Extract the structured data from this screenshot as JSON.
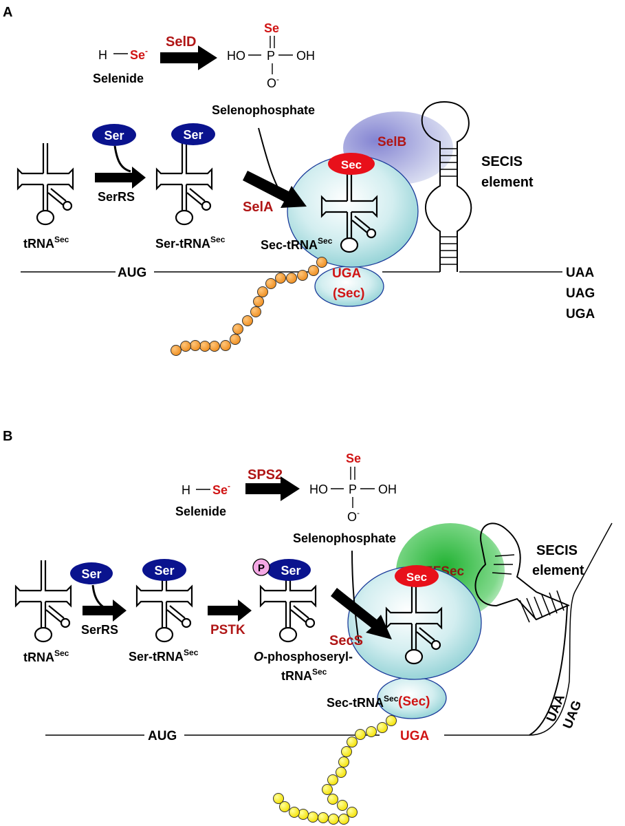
{
  "colors": {
    "red_label": "#cc1a1a",
    "dark_red": "#a01818",
    "ser_blue": "#0a138e",
    "sec_red": "#e8101a",
    "ribosome": "#bfe4e6",
    "ribosome_stroke": "#1a3a9a",
    "selb": "#8e8ed6",
    "efsec": "#2fbf3a",
    "chain_a": "#f4a13c",
    "chain_b": "#ffee22",
    "phospho": "#f4a8e4"
  },
  "panel_a": {
    "letter": "A",
    "h": "H",
    "se_minus": "Se",
    "minus": "-",
    "selenide": "Selenide",
    "enzyme_seld": "SelD",
    "se_top": "Se",
    "ho": "HO",
    "p": "P",
    "oh": "OH",
    "o": "O",
    "selenophosphate": "Selenophosphate",
    "ser1": "Ser",
    "ser2": "Ser",
    "serrs": "SerRS",
    "trna_base": "tRNA",
    "sec_sup": "Sec",
    "ser_trna_base": "Ser-tRNA",
    "sela": "SelA",
    "sec_trna_base": "Sec-tRNA",
    "sec_badge": "Sec",
    "selb": "SelB",
    "secis_1": "SECIS",
    "secis_2": "element",
    "aug": "AUG",
    "uga": "UGA",
    "sec_paren": "(Sec)",
    "stop_1": "UAA",
    "stop_2": "UAG",
    "stop_3": "UGA"
  },
  "panel_b": {
    "letter": "B",
    "h": "H",
    "se_minus": "Se",
    "minus": "-",
    "selenide": "Selenide",
    "enzyme_sps2": "SPS2",
    "se_top": "Se",
    "ho": "HO",
    "p": "P",
    "oh": "OH",
    "o": "O",
    "selenophosphate": "Selenophosphate",
    "ser1": "Ser",
    "ser2": "Ser",
    "ser3": "Ser",
    "phos_p": "P",
    "serrs": "SerRS",
    "pstk": "PSTK",
    "trna_base": "tRNA",
    "sec_sup": "Sec",
    "ser_trna_base": "Ser-tRNA",
    "ophos_italic": "O",
    "ophos_rest": "-phosphoseryl-",
    "ophos_trna_base": "tRNA",
    "secs": "SecS",
    "sec_trna_base": "Sec-tRNA",
    "sec_badge": "Sec",
    "efsec": "EFSec",
    "secis_1": "SECIS",
    "secis_2": "element",
    "aug": "AUG",
    "uga": "UGA",
    "sec_paren": "(Sec)",
    "stop_1": "UAA",
    "stop_2": "UAG"
  }
}
